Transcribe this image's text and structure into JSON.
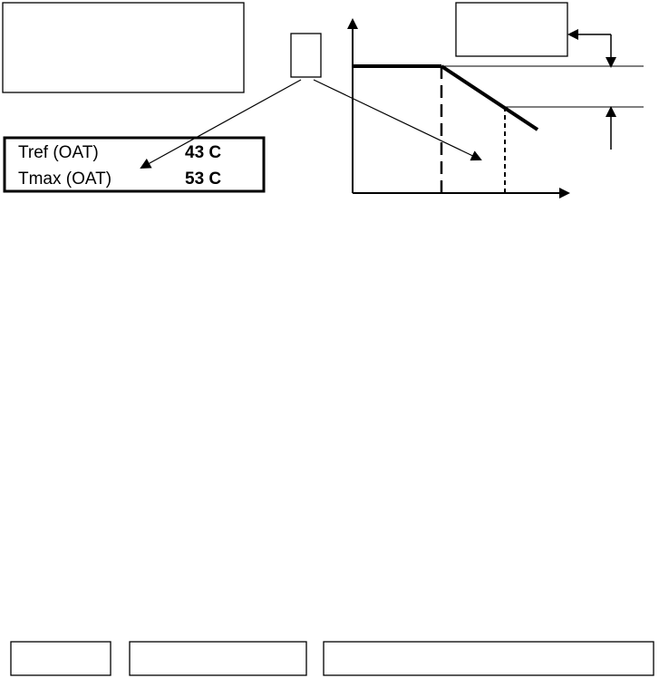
{
  "table": {
    "rows": [
      {
        "label": "Tref (OAT)",
        "value": "43 C"
      },
      {
        "label": "Tmax (OAT)",
        "value": "53 C"
      }
    ]
  },
  "colors": {
    "stroke": "#000000",
    "background": "#ffffff"
  }
}
